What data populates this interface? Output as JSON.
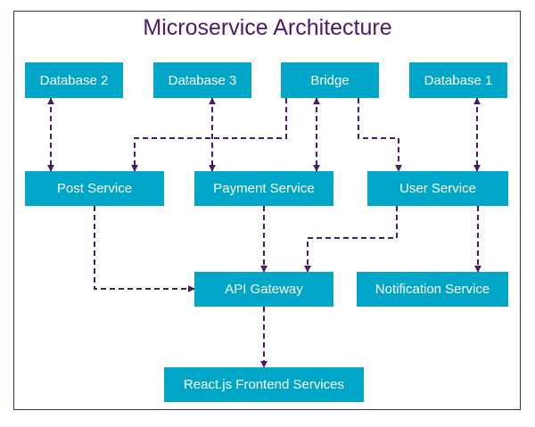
{
  "title": "Microservice Architecture",
  "colors": {
    "node_fill": "#00a6c7",
    "node_text": "#ffffff",
    "edge": "#4a1a6b",
    "title": "#4a1a6b",
    "frame": "#4a2560"
  },
  "nodes": {
    "database_2": "Database 2",
    "database_3": "Database 3",
    "bridge": "Bridge",
    "database_1": "Database 1",
    "post_service": "Post Service",
    "payment_service": "Payment Service",
    "user_service": "User Service",
    "api_gateway": "API Gateway",
    "notification_service": "Notification Service",
    "frontend": "React.js Frontend Services"
  },
  "edges": [
    {
      "from": "database_2",
      "to": "post_service",
      "arrows": "both"
    },
    {
      "from": "database_3",
      "to": "payment_service",
      "arrows": "both"
    },
    {
      "from": "bridge",
      "to": "post_service",
      "arrows": "end"
    },
    {
      "from": "bridge",
      "to": "payment_service",
      "arrows": "both"
    },
    {
      "from": "bridge",
      "to": "user_service",
      "arrows": "end"
    },
    {
      "from": "database_1",
      "to": "user_service",
      "arrows": "both"
    },
    {
      "from": "post_service",
      "to": "api_gateway",
      "arrows": "end"
    },
    {
      "from": "payment_service",
      "to": "api_gateway",
      "arrows": "end"
    },
    {
      "from": "user_service",
      "to": "api_gateway",
      "arrows": "end"
    },
    {
      "from": "user_service",
      "to": "notification_service",
      "arrows": "end"
    },
    {
      "from": "api_gateway",
      "to": "frontend",
      "arrows": "end"
    }
  ]
}
